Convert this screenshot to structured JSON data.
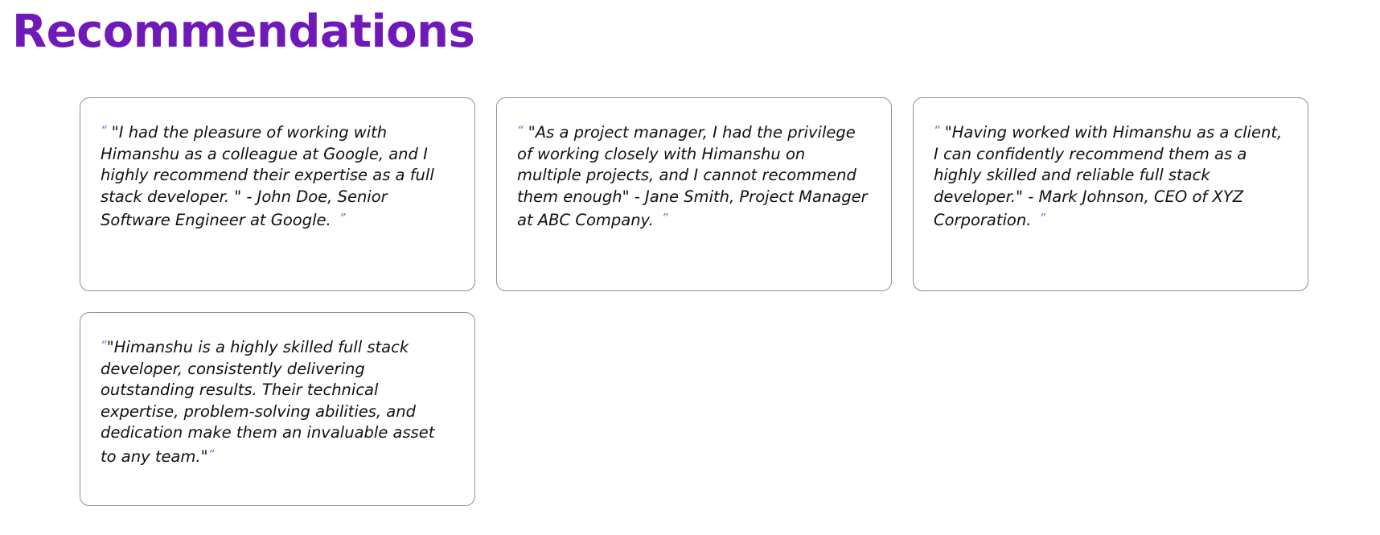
{
  "page": {
    "title": "Recommendations"
  },
  "quote_marks": {
    "open": "“",
    "close": "”"
  },
  "recommendations": [
    {
      "text": "\"I had the pleasure of working with Himanshu as a colleague at Google, and I highly recommend their expertise as a full stack developer. \" - John Doe, Senior Software Engineer at Google."
    },
    {
      "text": "\"As a project manager, I had the privilege of working closely with Himanshu on multiple projects, and I cannot recommend them enough\" - Jane Smith, Project Manager at ABC Company."
    },
    {
      "text": "\"Having worked with Himanshu as a client, I can confidently recommend them as a highly skilled and reliable full stack developer.\" - Mark Johnson, CEO of XYZ Corporation."
    },
    {
      "text": "\"Himanshu is a highly skilled full stack developer, consistently delivering outstanding results. Their technical expertise, problem-solving abilities, and dedication make them an invaluable asset to any team.\""
    }
  ],
  "colors": {
    "title": "#6f1ab8",
    "quote_mark": "#8b63c9",
    "card_border": "#8f8f8f",
    "text": "#111111"
  }
}
